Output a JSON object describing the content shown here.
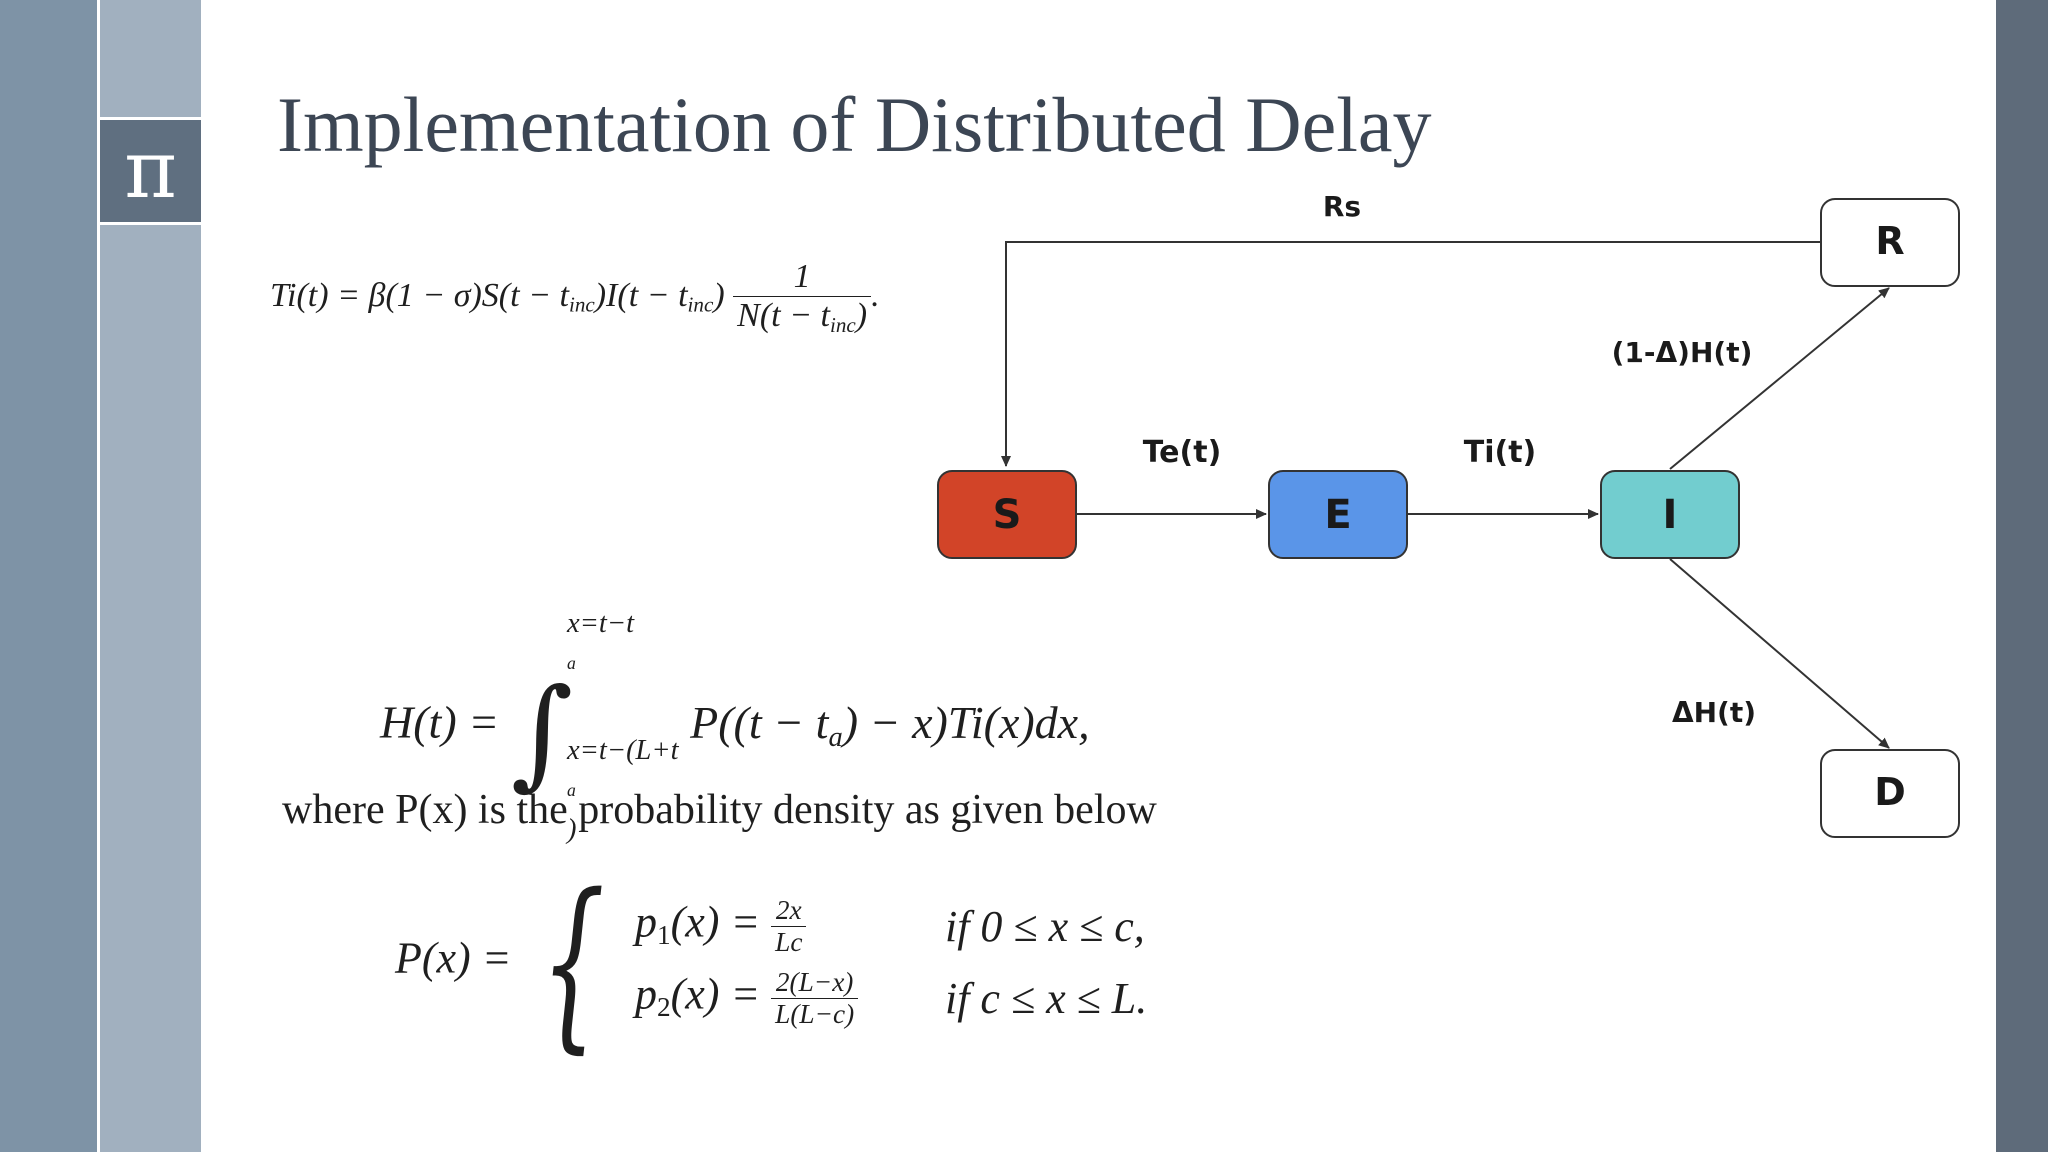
{
  "slide": {
    "title": "Implementation of Distributed Delay",
    "pi_symbol": "π"
  },
  "equations": {
    "ti_lhs": "Ti(t) = β(1 − σ)S(t − t",
    "ti_mid": ")I(t − t",
    "ti_after": ")",
    "ti_sub": "inc",
    "ti_num": "1",
    "ti_den_a": "N(t − t",
    "ti_den_b": ")",
    "ti_period": ".",
    "h_lhs": "H(t) =",
    "h_int": "∫",
    "h_upper": "x=t−t",
    "h_upper_sub": "a",
    "h_lower_a": "x=t−(L+t",
    "h_lower_sub": "a",
    "h_lower_b": ")",
    "h_body_a": "P((t − t",
    "h_body_sub": "a",
    "h_body_b": ") − x)Ti(x)dx,",
    "where_text": "where P(x) is the probability density as given below",
    "p_lhs": "P(x) =",
    "p1_lhs": "p",
    "p1_idx": "1",
    "p1_eq": "(x) =",
    "p1_num": "2x",
    "p1_den": "Lc",
    "p1_cond": "if 0 ≤ x ≤ c,",
    "p2_lhs": "p",
    "p2_idx": "2",
    "p2_eq": "(x) =",
    "p2_num": "2(L−x)",
    "p2_den": "L(L−c)",
    "p2_cond": "if c ≤ x ≤ L."
  },
  "diagram": {
    "nodes": [
      {
        "id": "S",
        "label": "S",
        "fill": "#d24428",
        "text_color": "#1a1a1a"
      },
      {
        "id": "E",
        "label": "E",
        "fill": "#5a95e8",
        "text_color": "#1a1a1a"
      },
      {
        "id": "I",
        "label": "I",
        "fill": "#72cdcf",
        "text_color": "#1a1a1a"
      },
      {
        "id": "R",
        "label": "R",
        "fill": "#ffffff",
        "text_color": "#1a1a1a"
      },
      {
        "id": "D",
        "label": "D",
        "fill": "#ffffff",
        "text_color": "#1a1a1a"
      }
    ],
    "edges": [
      {
        "from": "S",
        "to": "E",
        "label": "Te(t)"
      },
      {
        "from": "E",
        "to": "I",
        "label": "Ti(t)"
      },
      {
        "from": "I",
        "to": "R",
        "label": "(1-Δ)H(t)"
      },
      {
        "from": "I",
        "to": "D",
        "label": "ΔH(t)"
      },
      {
        "from": "R",
        "to": "S",
        "label": "Rs"
      }
    ]
  }
}
